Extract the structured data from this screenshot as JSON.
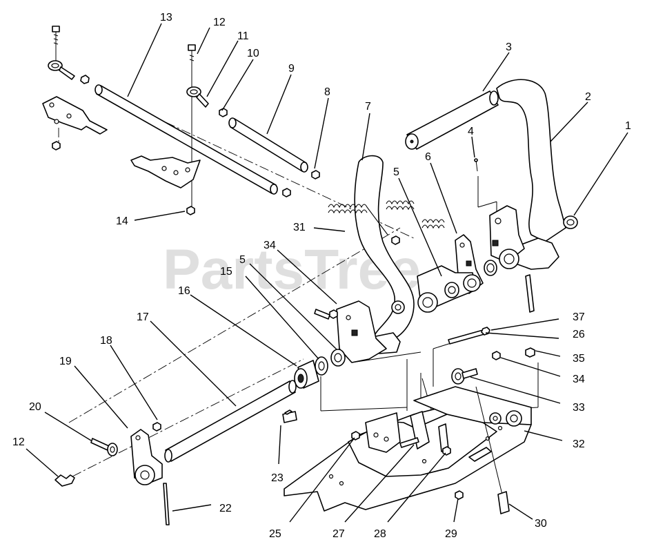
{
  "watermark": "PartsTree",
  "callouts": [
    {
      "id": "c1",
      "text": "1"
    },
    {
      "id": "c2",
      "text": "2"
    },
    {
      "id": "c3",
      "text": "3"
    },
    {
      "id": "c4",
      "text": "4"
    },
    {
      "id": "c5a",
      "text": "5"
    },
    {
      "id": "c5b",
      "text": "5"
    },
    {
      "id": "c6",
      "text": "6"
    },
    {
      "id": "c7",
      "text": "7"
    },
    {
      "id": "c8",
      "text": "8"
    },
    {
      "id": "c9",
      "text": "9"
    },
    {
      "id": "c10",
      "text": "10"
    },
    {
      "id": "c11",
      "text": "11"
    },
    {
      "id": "c12a",
      "text": "12"
    },
    {
      "id": "c12b",
      "text": "12"
    },
    {
      "id": "c13",
      "text": "13"
    },
    {
      "id": "c14",
      "text": "14"
    },
    {
      "id": "c15",
      "text": "15"
    },
    {
      "id": "c16",
      "text": "16"
    },
    {
      "id": "c17",
      "text": "17"
    },
    {
      "id": "c18",
      "text": "18"
    },
    {
      "id": "c19",
      "text": "19"
    },
    {
      "id": "c20",
      "text": "20"
    },
    {
      "id": "c22",
      "text": "22"
    },
    {
      "id": "c23",
      "text": "23"
    },
    {
      "id": "c25",
      "text": "25"
    },
    {
      "id": "c26",
      "text": "26"
    },
    {
      "id": "c27",
      "text": "27"
    },
    {
      "id": "c28",
      "text": "28"
    },
    {
      "id": "c29",
      "text": "29"
    },
    {
      "id": "c30",
      "text": "30"
    },
    {
      "id": "c31",
      "text": "31"
    },
    {
      "id": "c32",
      "text": "32"
    },
    {
      "id": "c33",
      "text": "33"
    },
    {
      "id": "c34a",
      "text": "34"
    },
    {
      "id": "c34b",
      "text": "34"
    },
    {
      "id": "c35",
      "text": "35"
    },
    {
      "id": "c37",
      "text": "37"
    }
  ]
}
